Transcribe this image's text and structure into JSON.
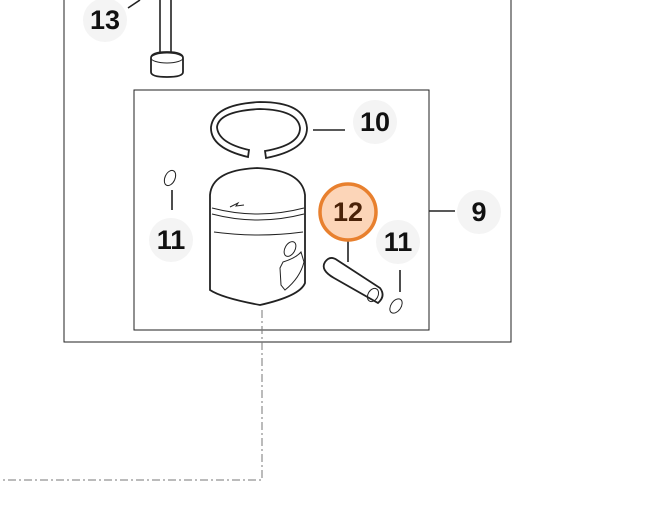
{
  "diagram": {
    "callouts": [
      {
        "id": "13",
        "label": "13"
      },
      {
        "id": "10",
        "label": "10"
      },
      {
        "id": "9",
        "label": "9"
      },
      {
        "id": "11a",
        "label": "11"
      },
      {
        "id": "12",
        "label": "12",
        "highlighted": true
      },
      {
        "id": "11b",
        "label": "11"
      }
    ],
    "colors": {
      "highlight_fill": "#fcd5b8",
      "highlight_stroke": "#e8802e",
      "highlight_text": "#5a2a0a"
    }
  }
}
